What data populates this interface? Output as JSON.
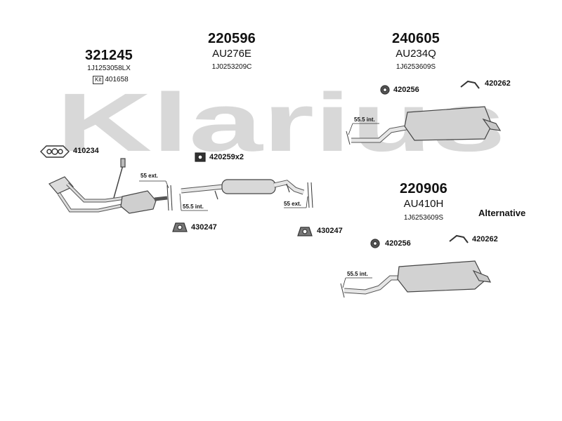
{
  "watermark": "Klarius",
  "groups": {
    "g321245": {
      "part": "321245",
      "oem": "1J1253058LX",
      "kit_label": "Kit",
      "kit_no": "401658"
    },
    "g220596": {
      "part": "220596",
      "ref": "AU276E",
      "oem": "1J0253209C"
    },
    "g240605": {
      "part": "240605",
      "ref": "AU234Q",
      "oem": "1J6253609S"
    },
    "g220906": {
      "part": "220906",
      "ref": "AU410H",
      "oem": "1J6253609S"
    }
  },
  "fittings": {
    "f410234": "410234",
    "f420259": "420259x2",
    "f420256_top": "420256",
    "f420262_top": "420262",
    "f430247_left": "430247",
    "f430247_right": "430247",
    "f420256_bottom": "420256",
    "f420262_bottom": "420262"
  },
  "measurements": {
    "m55ext_left": "55 ext.",
    "m555int_mid": "55.5 int.",
    "m55ext_right": "55 ext.",
    "m555int_top": "55.5 int.",
    "m555int_bottom": "55.5 int."
  },
  "alternative": "Alternative"
}
